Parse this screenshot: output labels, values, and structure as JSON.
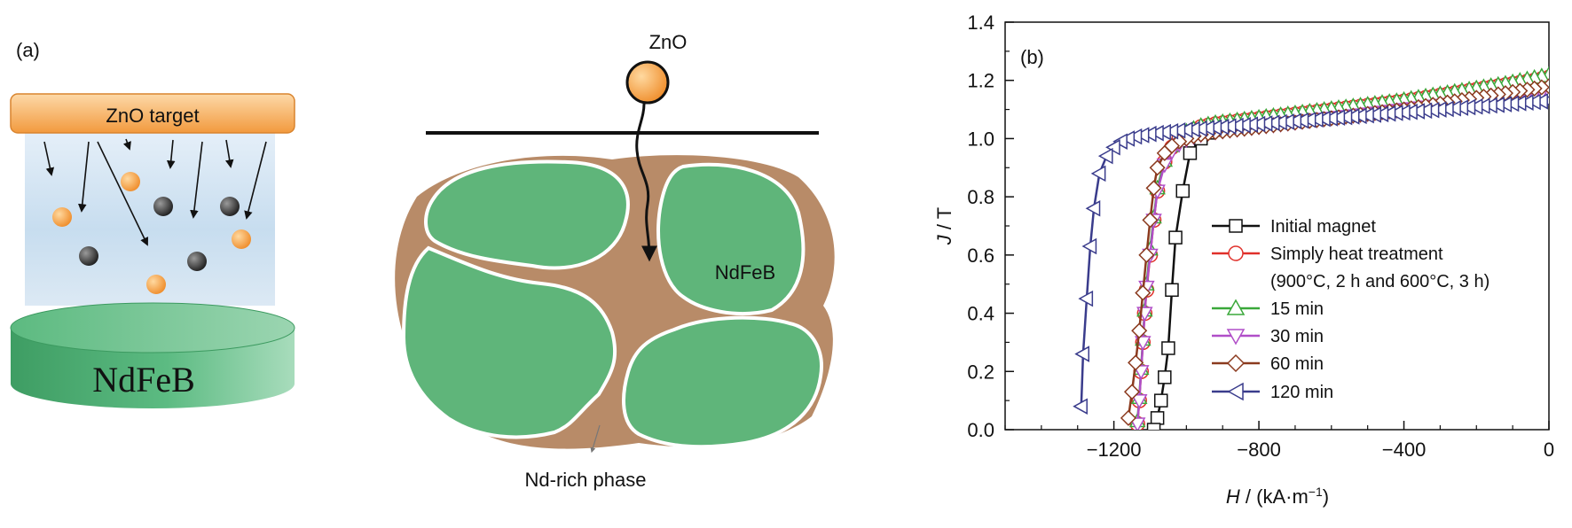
{
  "panel_a": {
    "label": "(a)",
    "target_label": "ZnO target",
    "substrate_label": "NdFeB",
    "particle_label": "ZnO",
    "grain_label": "NdFeB",
    "phase_label": "Nd-rich phase",
    "colors": {
      "target_fill": "#f5a04a",
      "substrate": "#3fae72",
      "grain": "#5fb57a",
      "boundary": "#b88b68",
      "zno_particle": "#f39a3c",
      "dark_particle": "#333333",
      "chamber": "#cfe1f1"
    }
  },
  "panel_b": {
    "label": "(b)",
    "xlabel_var": "H",
    "xlabel_unit": " / (kA·m",
    "xlabel_exp": "−1",
    "xlabel_close": ")",
    "ylabel_var": "J",
    "ylabel_unit": " / T",
    "legend": {
      "initial": "Initial magnet",
      "simply": "Simply heat treatment",
      "simply2": "(900°C, 2 h and 600°C, 3 h)",
      "m15": "15 min",
      "m30": "30 min",
      "m60": "60 min",
      "m120": "120 min"
    }
  },
  "chart_data": {
    "type": "line",
    "xlabel": "H / (kA·m−1)",
    "ylabel": "J / T",
    "xlim": [
      -1500,
      0
    ],
    "ylim": [
      0.0,
      1.4
    ],
    "x_ticks": [
      -1200,
      -800,
      -400,
      0
    ],
    "x_tick_labels": [
      "−1200",
      "−800",
      "−400",
      "0"
    ],
    "y_ticks": [
      0.0,
      0.2,
      0.4,
      0.6,
      0.8,
      1.0,
      1.2,
      1.4
    ],
    "y_tick_labels": [
      "0.0",
      "0.2",
      "0.4",
      "0.6",
      "0.8",
      "1.0",
      "1.2",
      "1.4"
    ],
    "grid": false,
    "legend_position": "center-right",
    "series": [
      {
        "name": "Initial magnet",
        "color": "#111111",
        "marker": "square",
        "x": [
          0,
          -20,
          -40,
          -60,
          -80,
          -100,
          -120,
          -140,
          -160,
          -180,
          -200,
          -220,
          -240,
          -260,
          -280,
          -300,
          -320,
          -340,
          -360,
          -380,
          -400,
          -420,
          -440,
          -460,
          -480,
          -500,
          -520,
          -540,
          -560,
          -580,
          -600,
          -620,
          -640,
          -660,
          -680,
          -700,
          -720,
          -740,
          -760,
          -780,
          -800,
          -820,
          -840,
          -860,
          -880,
          -900,
          -920,
          -940,
          -960,
          -990,
          -1010,
          -1030,
          -1040,
          -1050,
          -1060,
          -1070,
          -1080,
          -1090
        ],
        "y": [
          1.2,
          1.195,
          1.19,
          1.185,
          1.18,
          1.175,
          1.17,
          1.165,
          1.16,
          1.155,
          1.15,
          1.145,
          1.14,
          1.136,
          1.132,
          1.128,
          1.124,
          1.12,
          1.117,
          1.114,
          1.111,
          1.108,
          1.105,
          1.102,
          1.099,
          1.096,
          1.093,
          1.09,
          1.087,
          1.084,
          1.081,
          1.078,
          1.075,
          1.072,
          1.069,
          1.066,
          1.063,
          1.06,
          1.057,
          1.054,
          1.051,
          1.048,
          1.045,
          1.042,
          1.039,
          1.036,
          1.03,
          1.02,
          1.0,
          0.95,
          0.82,
          0.66,
          0.48,
          0.28,
          0.18,
          0.1,
          0.04,
          0.0
        ]
      },
      {
        "name": "Simply heat treatment",
        "color": "#e0302a",
        "marker": "circle",
        "x": [
          0,
          -20,
          -40,
          -60,
          -80,
          -100,
          -120,
          -140,
          -160,
          -180,
          -200,
          -220,
          -240,
          -260,
          -280,
          -300,
          -320,
          -340,
          -360,
          -380,
          -400,
          -420,
          -440,
          -460,
          -480,
          -500,
          -520,
          -540,
          -560,
          -580,
          -600,
          -620,
          -640,
          -660,
          -680,
          -700,
          -720,
          -740,
          -760,
          -780,
          -800,
          -820,
          -840,
          -860,
          -880,
          -900,
          -920,
          -940,
          -960,
          -980,
          -1000,
          -1020,
          -1040,
          -1060,
          -1080,
          -1090,
          -1100,
          -1110,
          -1115,
          -1120,
          -1125,
          -1130,
          -1135
        ],
        "y": [
          1.21,
          1.205,
          1.2,
          1.196,
          1.192,
          1.188,
          1.184,
          1.18,
          1.176,
          1.172,
          1.168,
          1.164,
          1.16,
          1.156,
          1.152,
          1.148,
          1.144,
          1.14,
          1.136,
          1.132,
          1.128,
          1.125,
          1.122,
          1.119,
          1.116,
          1.113,
          1.11,
          1.107,
          1.104,
          1.101,
          1.098,
          1.095,
          1.092,
          1.089,
          1.086,
          1.083,
          1.08,
          1.077,
          1.074,
          1.071,
          1.068,
          1.065,
          1.062,
          1.059,
          1.056,
          1.053,
          1.05,
          1.045,
          1.04,
          1.03,
          1.02,
          1.0,
          0.97,
          0.92,
          0.82,
          0.72,
          0.6,
          0.48,
          0.4,
          0.3,
          0.2,
          0.1,
          0.02
        ]
      },
      {
        "name": "15 min",
        "color": "#3aa83a",
        "marker": "triangle-up",
        "x": [
          0,
          -20,
          -40,
          -60,
          -80,
          -100,
          -120,
          -140,
          -160,
          -180,
          -200,
          -220,
          -240,
          -260,
          -280,
          -300,
          -320,
          -340,
          -360,
          -380,
          -400,
          -420,
          -440,
          -460,
          -480,
          -500,
          -520,
          -540,
          -560,
          -580,
          -600,
          -620,
          -640,
          -660,
          -680,
          -700,
          -720,
          -740,
          -760,
          -780,
          -800,
          -820,
          -840,
          -860,
          -880,
          -900,
          -920,
          -940,
          -960,
          -980,
          -1000,
          -1020,
          -1040,
          -1060,
          -1080,
          -1090,
          -1100,
          -1110,
          -1115,
          -1120,
          -1125,
          -1130,
          -1135
        ],
        "y": [
          1.22,
          1.215,
          1.21,
          1.205,
          1.2,
          1.195,
          1.19,
          1.186,
          1.182,
          1.178,
          1.174,
          1.17,
          1.166,
          1.162,
          1.158,
          1.154,
          1.15,
          1.146,
          1.142,
          1.138,
          1.134,
          1.13,
          1.127,
          1.124,
          1.121,
          1.118,
          1.115,
          1.112,
          1.109,
          1.106,
          1.103,
          1.1,
          1.097,
          1.094,
          1.091,
          1.088,
          1.085,
          1.082,
          1.079,
          1.076,
          1.073,
          1.07,
          1.067,
          1.064,
          1.061,
          1.058,
          1.055,
          1.05,
          1.045,
          1.035,
          1.025,
          1.005,
          0.975,
          0.925,
          0.83,
          0.73,
          0.62,
          0.5,
          0.41,
          0.31,
          0.21,
          0.11,
          0.03
        ]
      },
      {
        "name": "30 min",
        "color": "#b04ec8",
        "marker": "triangle-down",
        "x": [
          0,
          -20,
          -40,
          -60,
          -80,
          -100,
          -120,
          -140,
          -160,
          -180,
          -200,
          -220,
          -240,
          -260,
          -280,
          -300,
          -320,
          -340,
          -360,
          -380,
          -400,
          -420,
          -440,
          -460,
          -480,
          -500,
          -520,
          -540,
          -560,
          -580,
          -600,
          -620,
          -640,
          -660,
          -680,
          -700,
          -720,
          -740,
          -760,
          -780,
          -800,
          -820,
          -840,
          -860,
          -880,
          -900,
          -920,
          -940,
          -960,
          -980,
          -1000,
          -1020,
          -1040,
          -1060,
          -1080,
          -1090,
          -1100,
          -1110,
          -1115,
          -1120,
          -1125,
          -1130,
          -1135
        ],
        "y": [
          1.16,
          1.157,
          1.154,
          1.151,
          1.148,
          1.145,
          1.142,
          1.139,
          1.136,
          1.133,
          1.13,
          1.127,
          1.124,
          1.121,
          1.118,
          1.115,
          1.112,
          1.109,
          1.106,
          1.103,
          1.1,
          1.097,
          1.094,
          1.091,
          1.088,
          1.085,
          1.082,
          1.079,
          1.076,
          1.073,
          1.07,
          1.067,
          1.064,
          1.061,
          1.058,
          1.055,
          1.052,
          1.049,
          1.046,
          1.043,
          1.04,
          1.037,
          1.034,
          1.031,
          1.028,
          1.025,
          1.022,
          1.018,
          1.013,
          1.006,
          0.996,
          0.98,
          0.955,
          0.91,
          0.82,
          0.72,
          0.6,
          0.49,
          0.4,
          0.3,
          0.2,
          0.1,
          0.02
        ]
      },
      {
        "name": "60 min",
        "color": "#8b3a1e",
        "marker": "diamond",
        "x": [
          0,
          -20,
          -40,
          -60,
          -80,
          -100,
          -120,
          -140,
          -160,
          -180,
          -200,
          -220,
          -240,
          -260,
          -280,
          -300,
          -320,
          -340,
          -360,
          -380,
          -400,
          -420,
          -440,
          -460,
          -480,
          -500,
          -520,
          -540,
          -560,
          -580,
          -600,
          -620,
          -640,
          -660,
          -680,
          -700,
          -720,
          -740,
          -760,
          -780,
          -800,
          -820,
          -840,
          -860,
          -880,
          -900,
          -920,
          -940,
          -960,
          -980,
          -1000,
          -1020,
          -1040,
          -1060,
          -1080,
          -1090,
          -1100,
          -1110,
          -1120,
          -1130,
          -1140,
          -1150,
          -1160
        ],
        "y": [
          1.18,
          1.176,
          1.172,
          1.168,
          1.164,
          1.16,
          1.156,
          1.152,
          1.148,
          1.144,
          1.14,
          1.136,
          1.132,
          1.128,
          1.124,
          1.12,
          1.116,
          1.112,
          1.108,
          1.104,
          1.1,
          1.097,
          1.094,
          1.091,
          1.088,
          1.085,
          1.082,
          1.079,
          1.076,
          1.073,
          1.07,
          1.067,
          1.064,
          1.061,
          1.058,
          1.055,
          1.052,
          1.049,
          1.046,
          1.043,
          1.04,
          1.037,
          1.034,
          1.031,
          1.028,
          1.025,
          1.022,
          1.018,
          1.014,
          1.008,
          1.0,
          0.99,
          0.975,
          0.95,
          0.9,
          0.83,
          0.72,
          0.6,
          0.47,
          0.34,
          0.23,
          0.13,
          0.04
        ]
      },
      {
        "name": "120 min",
        "color": "#3a3c8c",
        "marker": "triangle-left",
        "x": [
          0,
          -20,
          -40,
          -60,
          -80,
          -100,
          -120,
          -140,
          -160,
          -180,
          -200,
          -220,
          -240,
          -260,
          -280,
          -300,
          -320,
          -340,
          -360,
          -380,
          -400,
          -420,
          -440,
          -460,
          -480,
          -500,
          -520,
          -540,
          -560,
          -580,
          -600,
          -620,
          -640,
          -660,
          -680,
          -700,
          -720,
          -740,
          -760,
          -780,
          -800,
          -820,
          -840,
          -860,
          -880,
          -900,
          -920,
          -940,
          -960,
          -980,
          -1000,
          -1020,
          -1040,
          -1060,
          -1080,
          -1100,
          -1120,
          -1140,
          -1160,
          -1180,
          -1200,
          -1220,
          -1240,
          -1255,
          -1265,
          -1275,
          -1285,
          -1290
        ],
        "y": [
          1.13,
          1.128,
          1.126,
          1.124,
          1.122,
          1.12,
          1.118,
          1.116,
          1.114,
          1.112,
          1.11,
          1.108,
          1.106,
          1.104,
          1.102,
          1.1,
          1.098,
          1.096,
          1.094,
          1.092,
          1.09,
          1.088,
          1.086,
          1.084,
          1.082,
          1.08,
          1.078,
          1.076,
          1.074,
          1.072,
          1.07,
          1.068,
          1.066,
          1.064,
          1.062,
          1.06,
          1.058,
          1.056,
          1.054,
          1.052,
          1.05,
          1.048,
          1.046,
          1.044,
          1.042,
          1.04,
          1.038,
          1.036,
          1.034,
          1.032,
          1.03,
          1.028,
          1.025,
          1.022,
          1.019,
          1.016,
          1.012,
          1.007,
          1.0,
          0.99,
          0.97,
          0.94,
          0.88,
          0.76,
          0.63,
          0.45,
          0.26,
          0.08
        ]
      }
    ]
  }
}
